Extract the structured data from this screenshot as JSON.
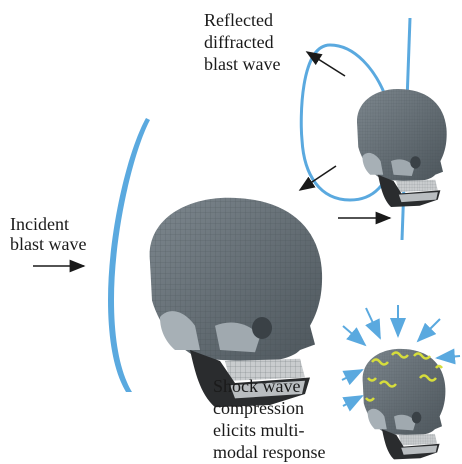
{
  "labels": {
    "incident": [
      "Incident",
      "blast wave"
    ],
    "reflected": [
      "Reflected",
      "diffracted",
      "blast wave"
    ],
    "compression": [
      "Shock wave",
      "compression",
      "elicits multi-",
      "modal response"
    ]
  },
  "colors": {
    "wave": "#5aa9df",
    "skull": "#5f6970",
    "skull_light": "#8c969d",
    "jaw": "#2a2c2e",
    "teeth": "#c9ccce",
    "stress": "#d6dd3c",
    "arrow": "#1a1a1a"
  },
  "icons": [
    "skull-large",
    "skull-small",
    "skull-response",
    "arrow-right",
    "arrow-up-left",
    "arrow-down-left"
  ]
}
